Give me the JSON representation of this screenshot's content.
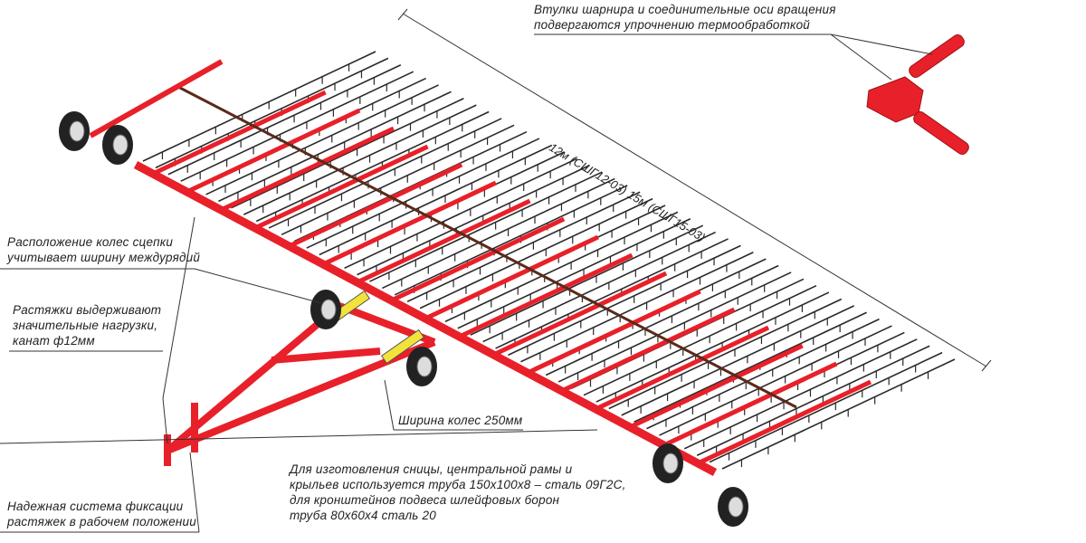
{
  "annotations": {
    "hinge_note": [
      "Втулки шарнира и соединительные оси вращения",
      "подвергаются упрочнению термообработкой"
    ],
    "width_dimension": "12м (СШГ12-03) 15м (СШГ15-03)",
    "wheel_position_note": [
      "Расположение колес сцепки",
      "учитывает ширину междурядий"
    ],
    "braces_note": [
      "Растяжки выдерживают",
      "значительные нагрузки,",
      "канат ф12мм"
    ],
    "wheel_width_note": "Ширина колес 250мм",
    "materials_note": [
      "Для изготовления сницы, центральной рамы и",
      "крыльев используется труба 150х100х8 – сталь 09Г2С,",
      "для кронштейнов подвеса шлейфовых борон",
      "труба 80х60х4 сталь 20"
    ],
    "fixation_note": [
      "Надежная система фиксации",
      "растяжек в рабочем положении"
    ]
  },
  "colors": {
    "frame": "#e8202a",
    "tines": "#2a2a2a",
    "cylinder": "#f2e23a",
    "tyre": "#222222"
  }
}
